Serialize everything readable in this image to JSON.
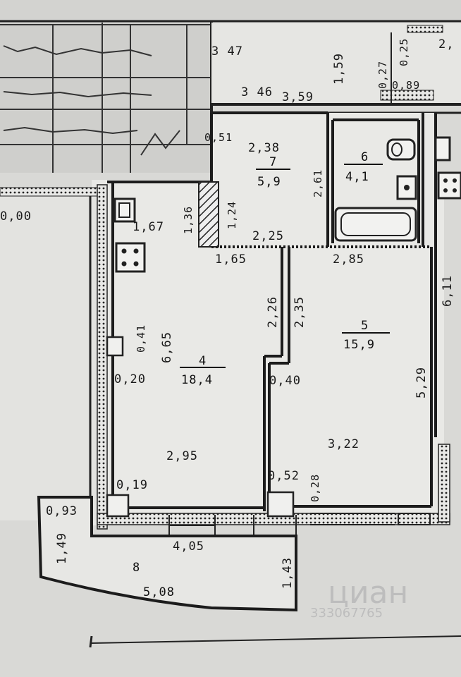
{
  "rooms": [
    {
      "id": "4",
      "number": "4",
      "area": "18,4"
    },
    {
      "id": "5",
      "number": "5",
      "area": "15,9"
    },
    {
      "id": "6",
      "number": "6",
      "area": "4,1"
    },
    {
      "id": "7",
      "number": "7",
      "area": "5,9"
    },
    {
      "id": "8",
      "number": "8",
      "area": "5,08"
    }
  ],
  "dimensions": {
    "d0_00": "0,00",
    "d3_47": "3 47",
    "d1_59": "1,59",
    "d0_25": "0,25",
    "d0_27": "0,27",
    "d2_top": "2,",
    "d0_89": "0,89",
    "d3_46": "3 46",
    "d3_59": "3,59",
    "d2_38": "2,38",
    "d0_51": "0,51",
    "d2_61": "2,61",
    "d1_36": "1,36",
    "d1_24": "1,24",
    "d1_67": "1,67",
    "d2_25": "2,25",
    "d1_65": "1,65",
    "d2_85": "2,85",
    "d2_26": "2,26",
    "d2_35": "2,35",
    "d6_11": "6,11",
    "d0_41": "0,41",
    "d6_65": "6,65",
    "d0_20": "0,20",
    "d0_40": "0,40",
    "d5_29": "5,29",
    "d2_95": "2,95",
    "d3_22": "3,22",
    "d0_52": "0,52",
    "d0_28": "0,28",
    "d0_19": "0,19",
    "d0_93": "0,93",
    "d1_49": "1,49",
    "d4_05": "4,05",
    "d1_43": "1,43"
  },
  "watermark": {
    "brand": "циан",
    "id": "333067765"
  }
}
